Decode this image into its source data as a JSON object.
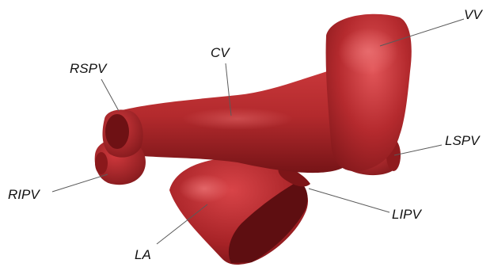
{
  "labels": {
    "vv": "VV",
    "cv": "CV",
    "rspv": "RSPV",
    "lspv": "LSPV",
    "ripv": "RIPV",
    "lipv": "LIPV",
    "la": "LA"
  },
  "colors": {
    "tissue": "#b3262a",
    "tissue_highlight": "#e05a5c",
    "tissue_shadow": "#6e1214",
    "tissue_deep": "#5a0d10"
  }
}
